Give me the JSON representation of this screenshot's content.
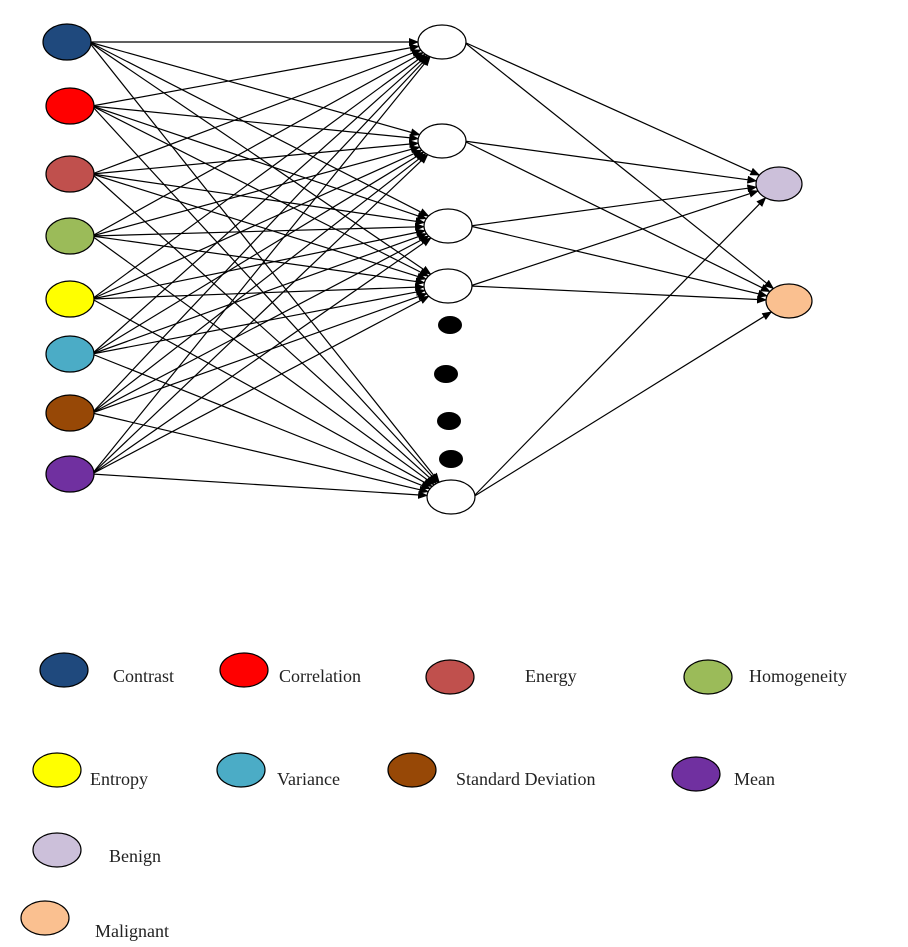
{
  "network": {
    "input_nodes": [
      {
        "feature": "Contrast",
        "color": "#1f497d"
      },
      {
        "feature": "Correlation",
        "color": "#ff0000"
      },
      {
        "feature": "Energy",
        "color": "#c0504d"
      },
      {
        "feature": "Homogeneity",
        "color": "#9bbb59"
      },
      {
        "feature": "Entropy",
        "color": "#ffff00"
      },
      {
        "feature": "Variance",
        "color": "#4bacc6"
      },
      {
        "feature": "Standard Deviation",
        "color": "#974806"
      },
      {
        "feature": "Mean",
        "color": "#7030a0"
      }
    ],
    "hidden_nodes_shown": 5,
    "hidden_ellipsis_dots": 4,
    "hidden_node_color": "#ffffff",
    "output_nodes": [
      {
        "class": "Benign",
        "color": "#ccc0da"
      },
      {
        "class": "Malignant",
        "color": "#fac090"
      }
    ],
    "edge_color": "#000000"
  },
  "legend": {
    "items": [
      {
        "label": "Contrast",
        "color": "#1f497d"
      },
      {
        "label": "Correlation",
        "color": "#ff0000"
      },
      {
        "label": "Energy",
        "color": "#c0504d"
      },
      {
        "label": "Homogeneity",
        "color": "#9bbb59"
      },
      {
        "label": "Entropy",
        "color": "#ffff00"
      },
      {
        "label": "Variance",
        "color": "#4bacc6"
      },
      {
        "label": "Standard Deviation",
        "color": "#974806"
      },
      {
        "label": "Mean",
        "color": "#7030a0"
      },
      {
        "label": "Benign",
        "color": "#ccc0da"
      },
      {
        "label": "Malignant",
        "color": "#fac090"
      }
    ]
  }
}
